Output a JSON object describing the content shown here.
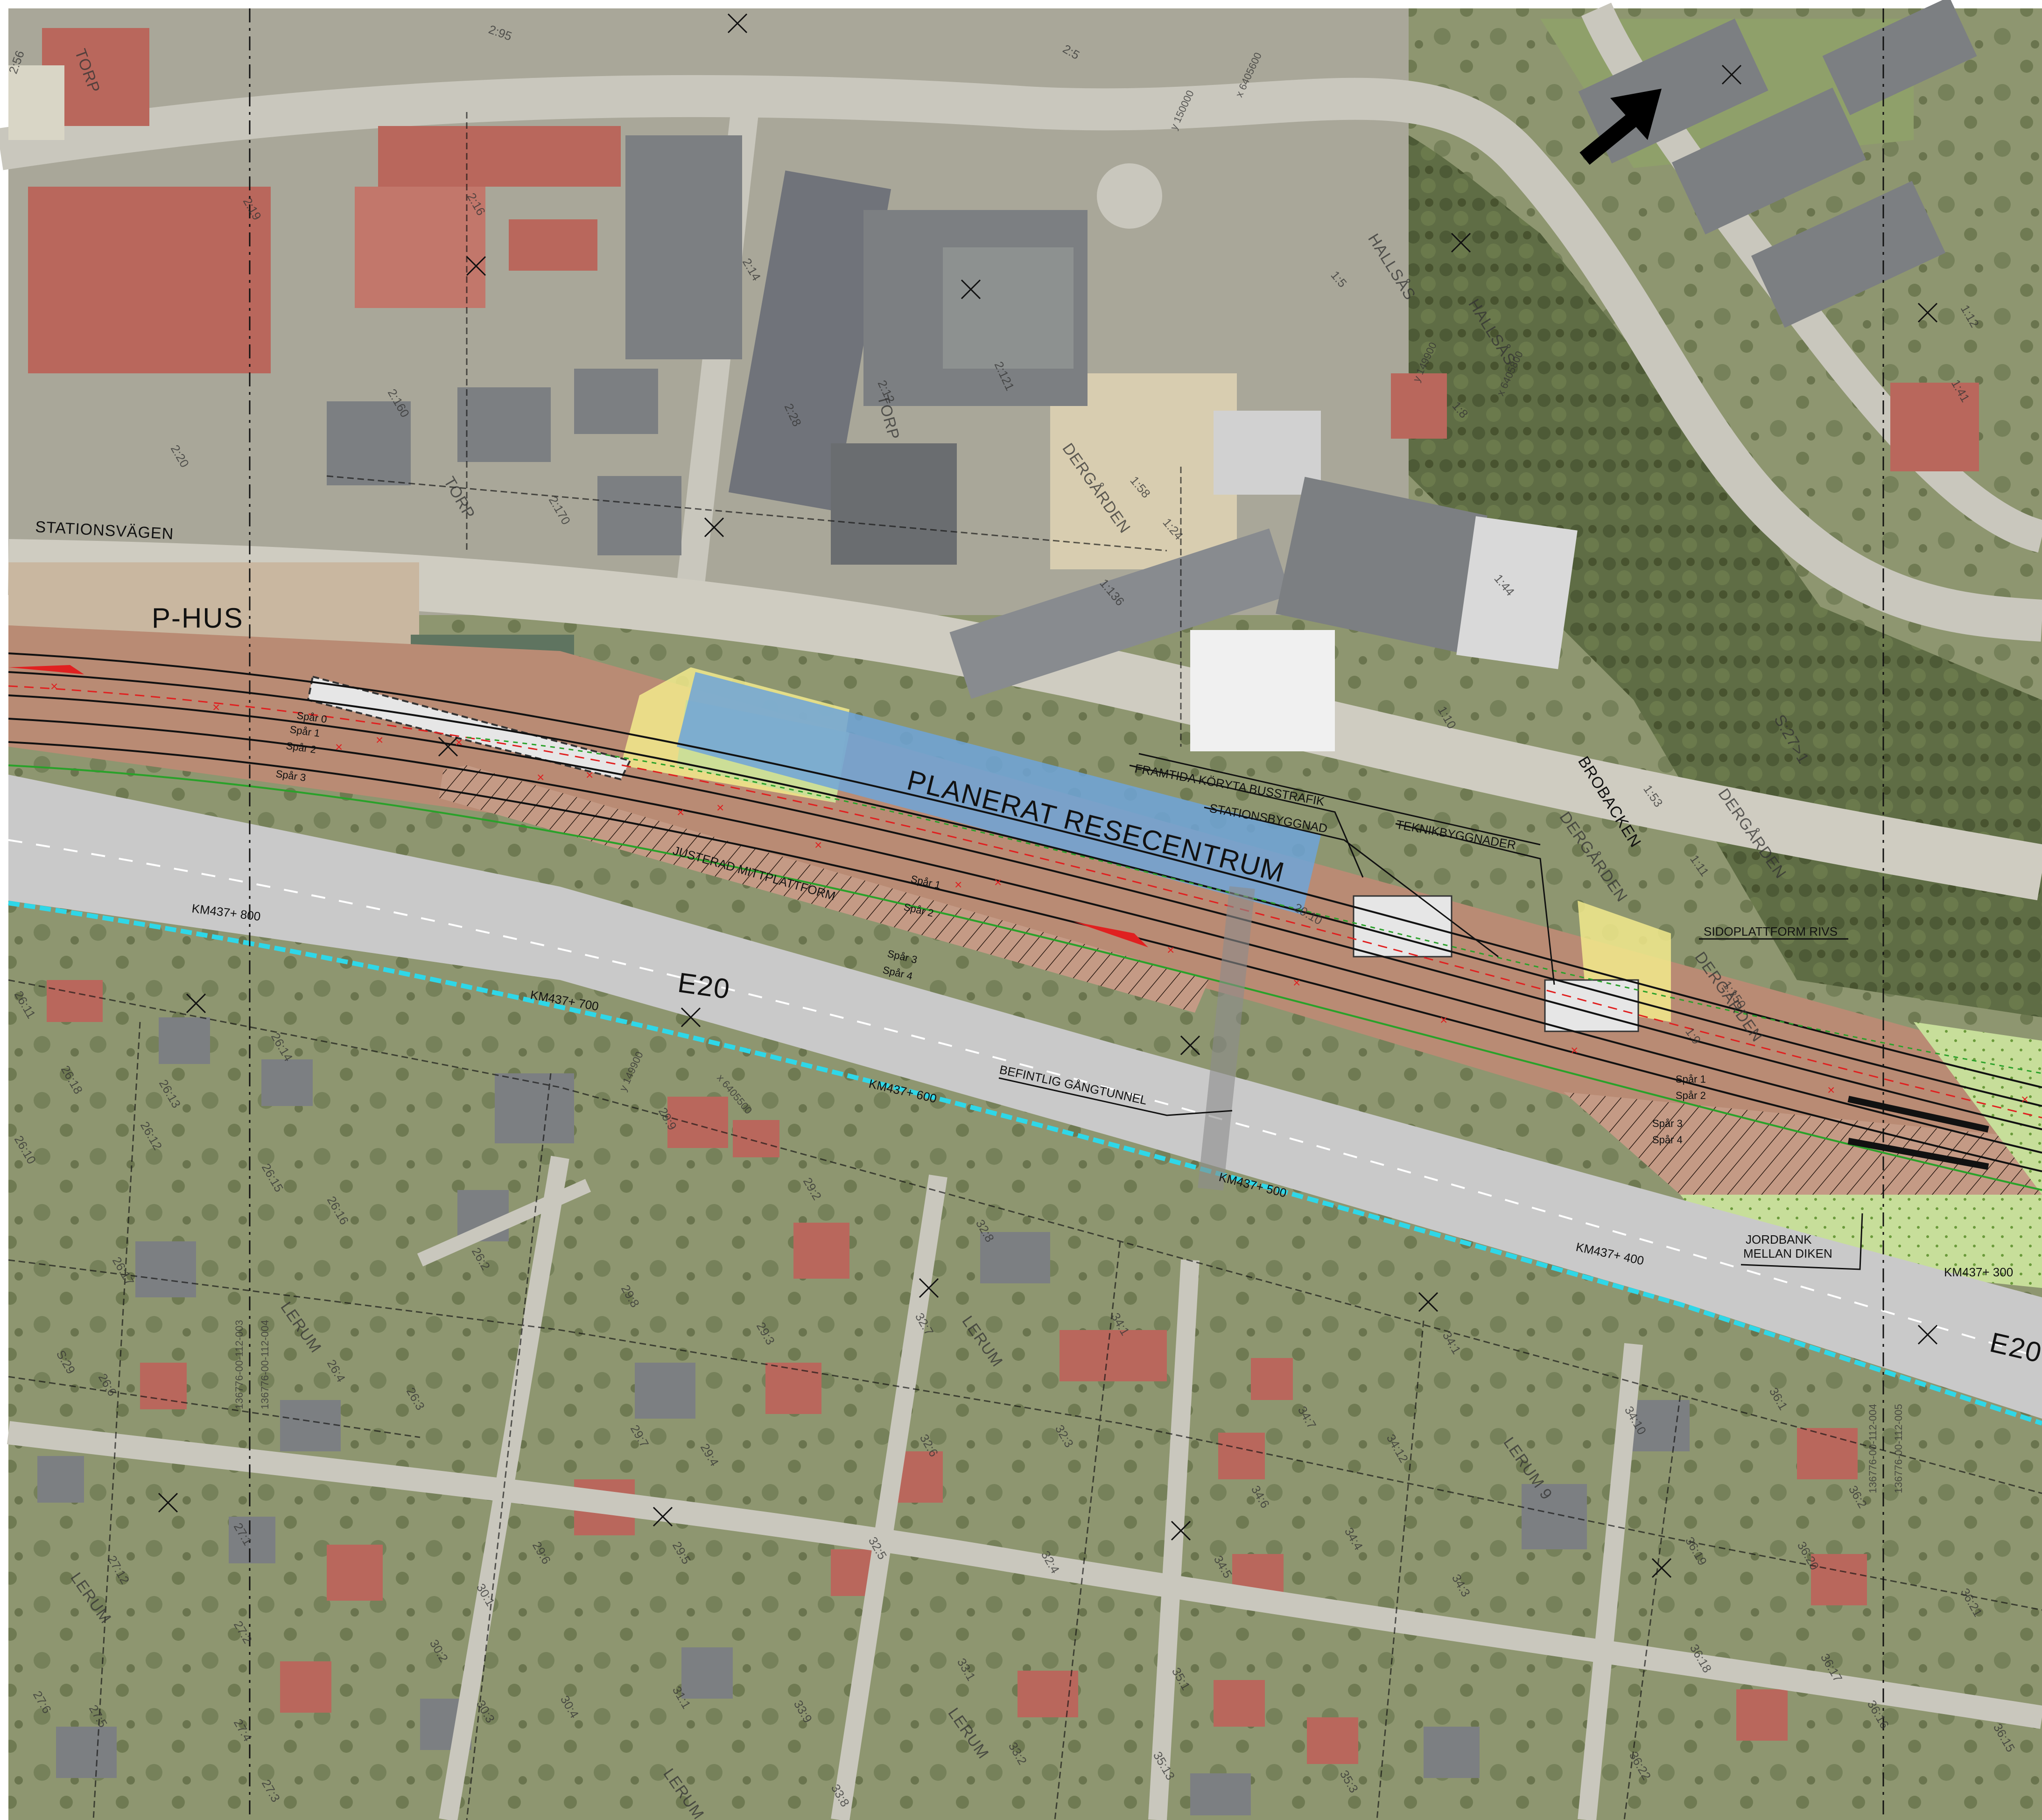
{
  "map": {
    "colors": {
      "aerial_base": "#7d8767",
      "roof_red": "#b9675c",
      "roof_grey": "#7c7f82",
      "rail_corridor": "#b98b74",
      "planned_station": "#6fa5d8",
      "yellow_zone": "#f2ea8c",
      "green_zone": "#c7de9a",
      "highway": "#c9c9c9",
      "cyan_boundary": "#2fd7e8",
      "red_marker": "#e02020"
    },
    "north_arrow": "north-arrow-icon",
    "streets": {
      "stationsvagen": "STATIONSVÄGEN",
      "e20_top": "E20",
      "e20_right": "E20",
      "brobacken": "BROBACKEN",
      "hallsas_1": "HALLSÅS",
      "hallsas_2": "HALLSÅS",
      "torp_1": "TORP",
      "torp_2": "TORP",
      "torp_3": "TORP",
      "dergarden_1": "DERGÅRDEN",
      "dergarden_2": "DERGÅRDEN",
      "dergarden_3": "DERGÅRDEN",
      "dergarden_4": "DERGÅRDEN",
      "lerum_1": "LERUM",
      "lerum_2": "LERUM",
      "lerum_3": "LERUM",
      "lerum_4": "LERUM",
      "lerum_5": "LERUM",
      "lerum_6": "LERUM 9"
    },
    "annotations": {
      "p_hus": "P-HUS",
      "planerat": "PLANERAT RESECENTRUM",
      "framtida": "FRAMTIDA KÖRYTA BUSSTRAFIK",
      "stationsbyggnad": "STATIONSBYGGNAD",
      "teknikbyggnader": "TEKNIKBYGGNADER",
      "sidoplattform": "SIDOPLATTFORM RIVS",
      "justerad": "JUSTERAD MITTPLATTFORM",
      "gangtunnel": "BEFINTLIG GÅNGTUNNEL",
      "jordbank_1": "JORDBANK",
      "jordbank_2": "MELLAN DIKEN"
    },
    "chainage": {
      "km800": "KM437+ 800",
      "km700": "KM437+ 700",
      "km600": "KM437+ 600",
      "km500": "KM437+ 500",
      "km400": "KM437+ 400",
      "km300": "KM437+ 300"
    },
    "tracks": {
      "left": [
        "Spår 0",
        "Spår 1",
        "Spår 2",
        "Spår 3"
      ],
      "mid": [
        "Spår 1",
        "Spår 2",
        "Spår 3",
        "Spår 4"
      ],
      "right": [
        "Spår 1",
        "Spår 2",
        "Spår 3",
        "Spår 4"
      ]
    },
    "coords": {
      "y1": "x 6405600",
      "x1": "y 150000",
      "y2": "x 6405800",
      "x2": "y 149900",
      "y3": "x 6405500",
      "x3": "y 149900"
    },
    "sheet_refs": {
      "left_1": "136776-00-112-003",
      "left_2": "136776-00-112-004",
      "right_1": "136776-00-112-004",
      "right_2": "136776-00-112-005"
    },
    "parcels": {
      "p1": "2:56",
      "p2": "2:95",
      "p3": "2:5",
      "p4": "2:19",
      "p5": "2:16",
      "p6": "2:14",
      "p7": "2:160",
      "p8": "2:20",
      "p9": "2:170",
      "p10": "2:28",
      "p11": "2:12",
      "p12": "2:121",
      "p13": "1:58",
      "p14": "1:136",
      "p15": "1:24",
      "p16": "1:5",
      "p17": "1:8",
      "p18": "1:44",
      "p19": "1:53",
      "p20": "1:11",
      "p21": "1:150",
      "p22": "1:9",
      "p23": "1:12",
      "p24": "1:41",
      "p25": "20:10",
      "p26": "26:11",
      "p27": "26:18",
      "p28": "26:14",
      "p29": "26:13",
      "p30": "26:12",
      "p31": "26:10",
      "p32": "26:15",
      "p33": "26:16",
      "p34": "26:2",
      "p35": "26:17",
      "p36": "26:4",
      "p37": "26:6",
      "p38": "26:3",
      "p39": "29:9",
      "p40": "29:2",
      "p41": "29:8",
      "p42": "29:3",
      "p43": "29:7",
      "p44": "29:4",
      "p45": "29:6",
      "p46": "29:5",
      "p47": "32:8",
      "p48": "32:7",
      "p49": "32:6",
      "p50": "32:3",
      "p51": "32:5",
      "p52": "32:4",
      "p53": "34:1",
      "p54": "34:7",
      "p55": "34:6",
      "p56": "34:12",
      "p57": "34:4",
      "p58": "34:5",
      "p59": "34:3",
      "p60": "34:10",
      "p61": "36:1",
      "p62": "36:2",
      "p63": "36:19",
      "p64": "36:20",
      "p65": "36:21",
      "p66": "36:18",
      "p67": "36:17",
      "p68": "36:16",
      "p69": "36:15",
      "p70": "36:22",
      "p71": "35:1",
      "p72": "35:13",
      "p73": "35:3",
      "p74": "33:1",
      "p75": "33:9",
      "p76": "33:2",
      "p77": "33:8",
      "p78": "30:1",
      "p79": "30:2",
      "p80": "30:3",
      "p81": "30:4",
      "p82": "31:1",
      "p83": "27:1",
      "p84": "27:12",
      "p85": "27:2",
      "p86": "27:6",
      "p87": "27:5",
      "p88": "27:4",
      "p89": "27:3",
      "p90": "S:29",
      "p91": "S:27>1",
      "p92": "1:10",
      "p93": "34:1"
    }
  }
}
